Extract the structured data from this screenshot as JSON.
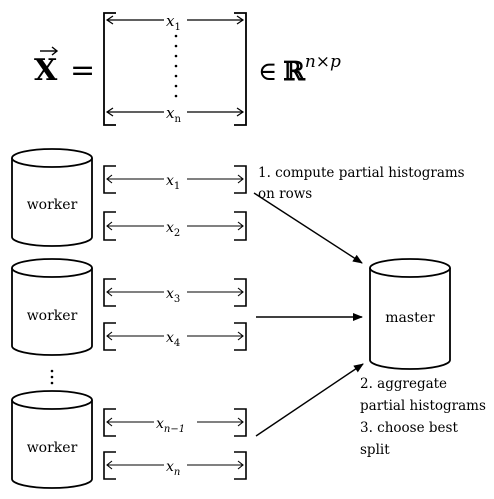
{
  "equation": {
    "lhs": "X",
    "equals": "=",
    "in_symbol": "∈",
    "space": "ℝ",
    "superscript": "n×p",
    "first_row": {
      "base": "x",
      "sub": "1"
    },
    "last_row": {
      "base": "x",
      "sub": "n"
    }
  },
  "workers": [
    {
      "label": "worker",
      "rows": [
        {
          "base": "x",
          "sub": "1"
        },
        {
          "base": "x",
          "sub": "2"
        }
      ]
    },
    {
      "label": "worker",
      "rows": [
        {
          "base": "x",
          "sub": "3"
        },
        {
          "base": "x",
          "sub": "4"
        }
      ]
    },
    {
      "label": "worker",
      "rows": [
        {
          "base": "x",
          "sub": "n−1"
        },
        {
          "base": "x",
          "sub": "n"
        }
      ]
    }
  ],
  "master": {
    "label": "master"
  },
  "notes": {
    "step1": [
      "1. compute partial histograms",
      "on rows"
    ],
    "step23": [
      "2. aggregate",
      "partial histograms",
      "3. choose best",
      "split"
    ]
  }
}
